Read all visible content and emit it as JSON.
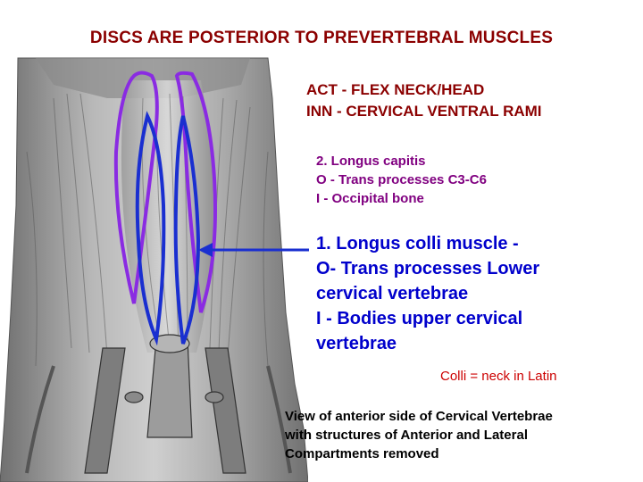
{
  "slide": {
    "title": "DISCS ARE POSTERIOR TO PREVERTEBRAL MUSCLES"
  },
  "muscle_group": {
    "action": "ACT - FLEX NECK/HEAD",
    "innervation": "INN - CERVICAL VENTRAL RAMI"
  },
  "longus_capitis": {
    "name": "2. Longus capitis",
    "origin": "O - Trans processes C3-C6",
    "insertion": "I - Occipital bone",
    "outline_color": "#8a2be2"
  },
  "longus_colli": {
    "lines": [
      "1. Longus colli muscle -",
      "O- Trans processes Lower",
      "cervical vertebrae",
      "I - Bodies upper cervical",
      "vertebrae"
    ],
    "outline_color": "#1a2fd0"
  },
  "latin_note": "Colli = neck in Latin",
  "caption": {
    "lines": [
      "View of anterior side of Cervical Vertebrae",
      "with structures of Anterior and Lateral",
      "Compartments removed"
    ]
  },
  "colors": {
    "title": "#8b0000",
    "capitis_text": "#800080",
    "colli_text": "#0000cc",
    "note": "#cc0000",
    "arrow": "#1a2fd0"
  }
}
